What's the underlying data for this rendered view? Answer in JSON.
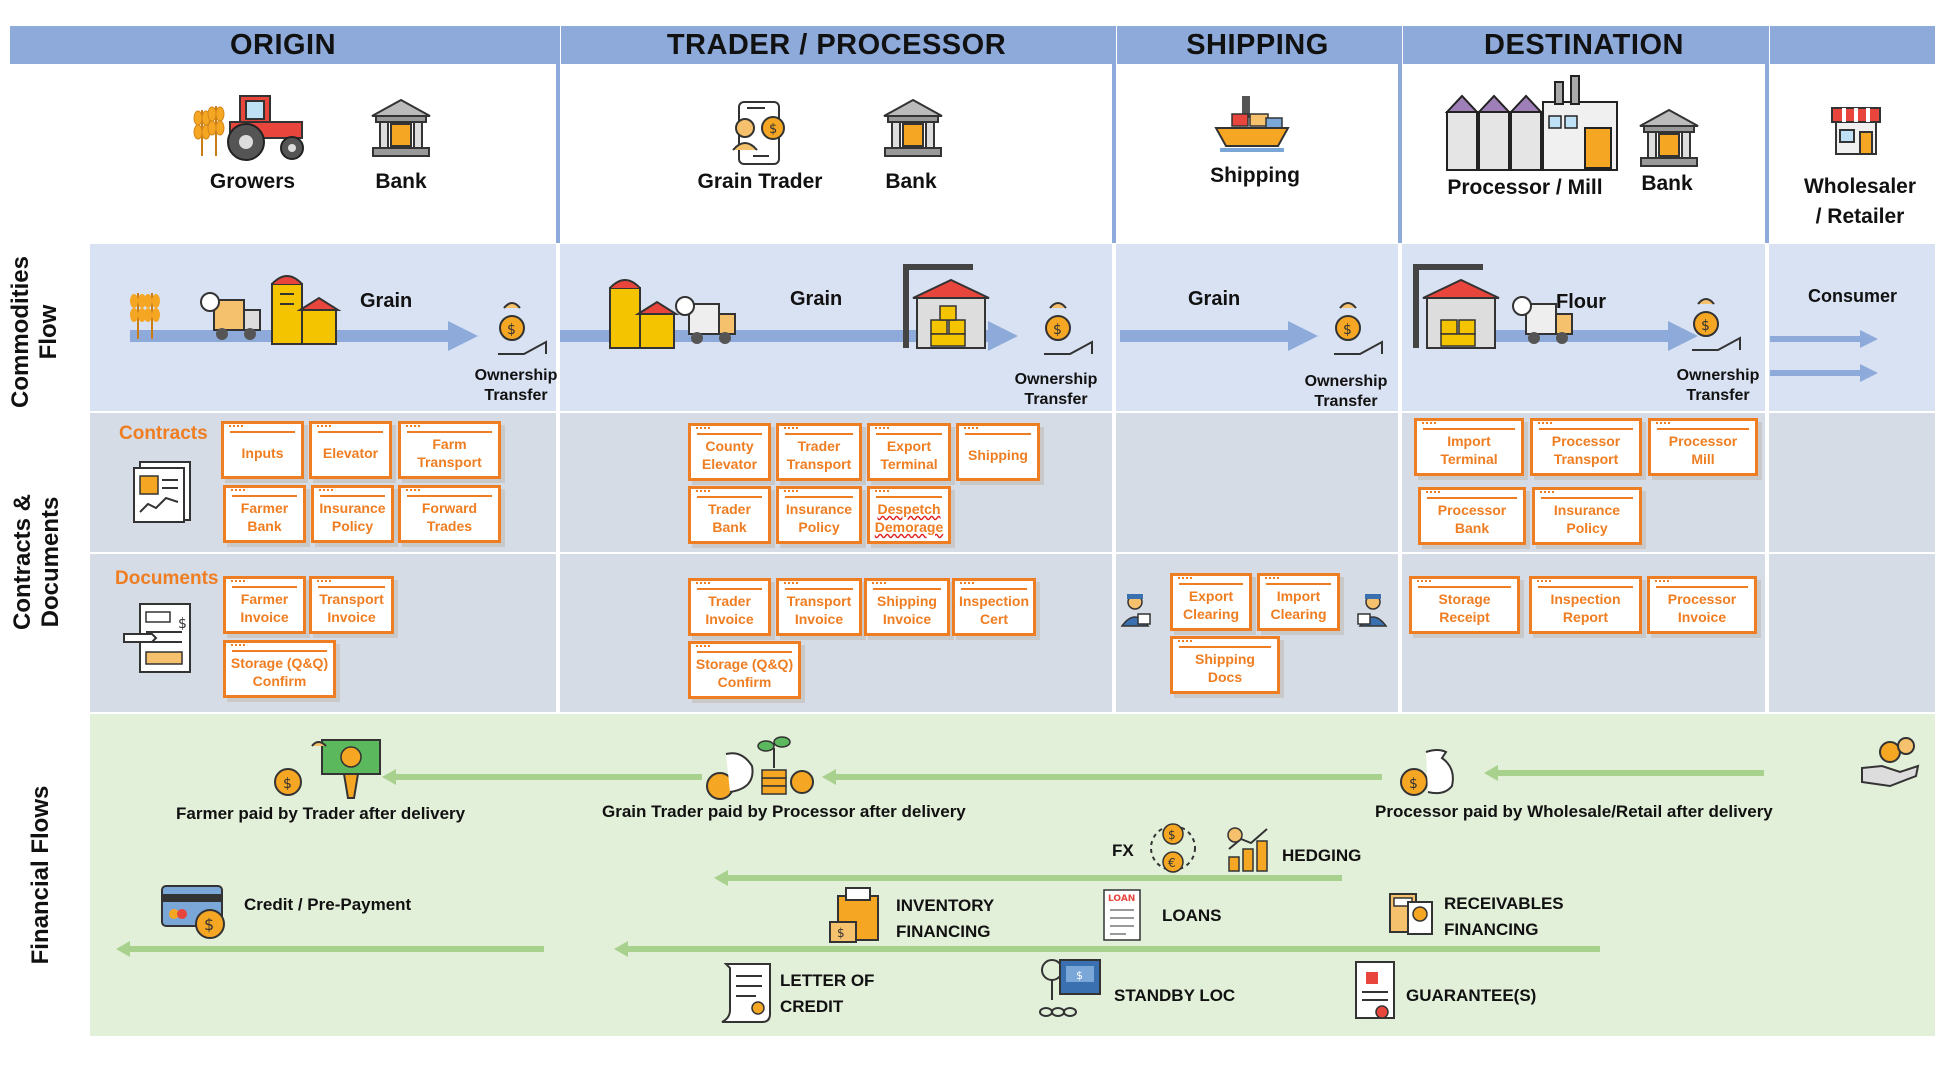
{
  "headers": {
    "origin": "ORIGIN",
    "trader": "TRADER / PROCESSOR",
    "shipping": "SHIPPING",
    "destination": "DESTINATION"
  },
  "actors": {
    "growers": "Growers",
    "bank1": "Bank",
    "grain_trader": "Grain Trader",
    "bank2": "Bank",
    "shipping": "Shipping",
    "processor_mill": "Processor / Mill",
    "bank3": "Bank",
    "wholesaler_line1": "Wholesaler",
    "wholesaler_line2": "/ Retailer"
  },
  "row_labels": {
    "commodities_line1": "Commodities",
    "commodities_line2": "Flow",
    "contracts_line1": "Contracts  &",
    "contracts_line2": "Documents",
    "financial": "Financial Flows"
  },
  "commodities": {
    "origin_grain": "Grain",
    "trader_grain": "Grain",
    "shipping_grain": "Grain",
    "dest_flour": "Flour",
    "consumer": "Consumer",
    "ownership_line1": "Ownership",
    "ownership_line2": "Transfer"
  },
  "sections": {
    "contracts": "Contracts",
    "documents": "Documents"
  },
  "contracts": {
    "origin": [
      "Inputs",
      "Elevator",
      "Farm\nTransport",
      "Farmer\nBank",
      "Insurance\nPolicy",
      "Forward\nTrades"
    ],
    "trader": [
      "County\nElevator",
      "Trader\nTransport",
      "Export\nTerminal",
      "Shipping",
      "Trader\nBank",
      "Insurance\nPolicy",
      "Despetch\nDemorage"
    ],
    "destination": [
      "Import\nTerminal",
      "Processor\nTransport",
      "Processor\nMill",
      "Processor\nBank",
      "Insurance\nPolicy"
    ]
  },
  "documents": {
    "origin": [
      "Farmer\nInvoice",
      "Transport\nInvoice",
      "Storage (Q&Q)\nConfirm"
    ],
    "trader": [
      "Trader\nInvoice",
      "Transport\nInvoice",
      "Shipping\nInvoice",
      "Inspection\nCert",
      "Storage (Q&Q)\nConfirm"
    ],
    "shipping": [
      "Export\nClearing",
      "Import\nClearing",
      "Shipping\nDocs"
    ],
    "destination": [
      "Storage\nReceipt",
      "Inspection\nReport",
      "Processor\nInvoice"
    ]
  },
  "financial": {
    "farmer_paid": "Farmer paid by Trader after delivery",
    "trader_paid": "Grain Trader paid by Processor after delivery",
    "processor_paid": "Processor paid by Wholesale/Retail after delivery",
    "fx": "FX",
    "hedging": "HEDGING",
    "credit": "Credit / Pre-Payment",
    "inventory_line1": "INVENTORY",
    "inventory_line2": "FINANCING",
    "loans": "LOANS",
    "receivables_line1": "RECEIVABLES",
    "receivables_line2": "FINANCING",
    "loc_line1": "LETTER OF",
    "loc_line2": "CREDIT",
    "standby": "STANDBY LOC",
    "guarantee": "GUARANTEE(S)",
    "loan_tag": "LOAN"
  },
  "colors": {
    "header_blue": "#8eaadb",
    "commodity_band": "#d9e2f3",
    "contracts_band": "#d6dce5",
    "financial_band": "#e2efd9",
    "card_orange": "#ef7d22",
    "flow_arrow_blue": "#8eaadb",
    "fin_arrow_green": "#a9d18e"
  }
}
